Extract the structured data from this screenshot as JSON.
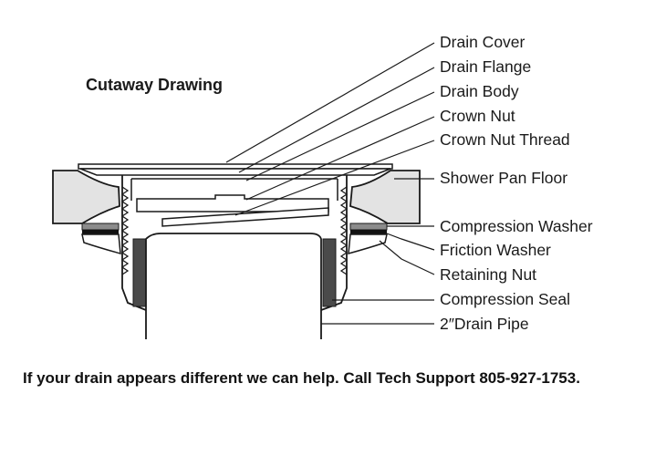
{
  "title": "Cutaway Drawing",
  "labels": [
    "Drain Cover",
    "Drain Flange",
    "Drain Body",
    "Crown Nut",
    "Crown Nut Thread",
    "Shower Pan Floor",
    "Compression Washer",
    "Friction Washer",
    "Retaining Nut",
    "Compression Seal",
    "2″Drain Pipe"
  ],
  "footer": "If your drain appears different we can help. Call Tech Support 805-927-1753.",
  "colors": {
    "line": "#1a1a1a",
    "floor_fill": "#e3e3e3",
    "washer_gray": "#8c8c8c",
    "seal_dark": "#4a4a4a",
    "friction_black": "#111111"
  }
}
